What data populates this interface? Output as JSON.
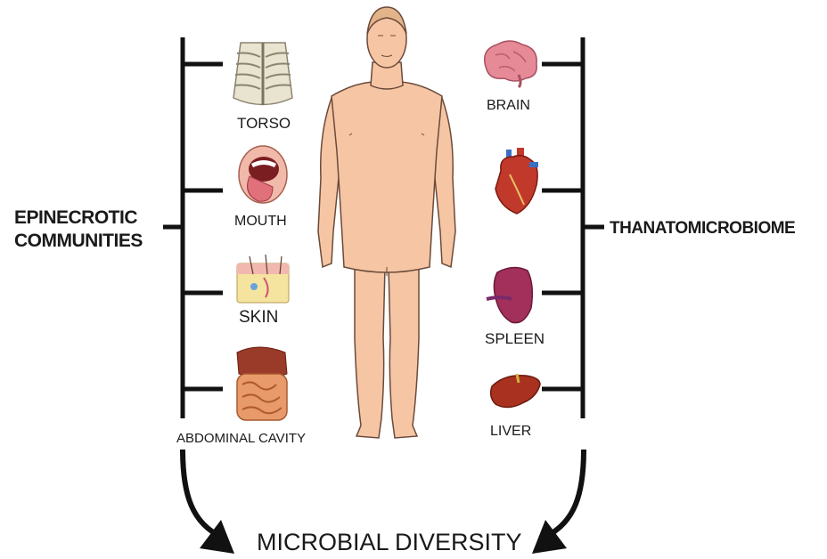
{
  "left_group": {
    "title_line1": "EPINECROTIC",
    "title_line2": "COMMUNITIES",
    "items": [
      {
        "label": "TORSO",
        "icon": "ribcage-icon"
      },
      {
        "label": "MOUTH",
        "icon": "mouth-icon"
      },
      {
        "label": "SKIN",
        "icon": "skin-layers-icon"
      },
      {
        "label": "ABDOMINAL CAVITY",
        "icon": "intestines-icon"
      }
    ]
  },
  "right_group": {
    "title": "THANATOMICROBIOME",
    "items": [
      {
        "label": "BRAIN",
        "icon": "brain-icon"
      },
      {
        "label": "",
        "icon": "heart-icon"
      },
      {
        "label": "SPLEEN",
        "icon": "spleen-icon"
      },
      {
        "label": "LIVER",
        "icon": "liver-icon"
      }
    ]
  },
  "bottom_label": "MICROBIAL DIVERSITY",
  "center_figure": "human-body-figure",
  "colors": {
    "skin": "#f6c6a4",
    "skin_outline": "#6b4a3a",
    "line": "#111111",
    "organ_red": "#c0392b",
    "brain_pink": "#e58a96",
    "spleen_purple": "#a2305a",
    "liver_brown": "#a8321f"
  }
}
